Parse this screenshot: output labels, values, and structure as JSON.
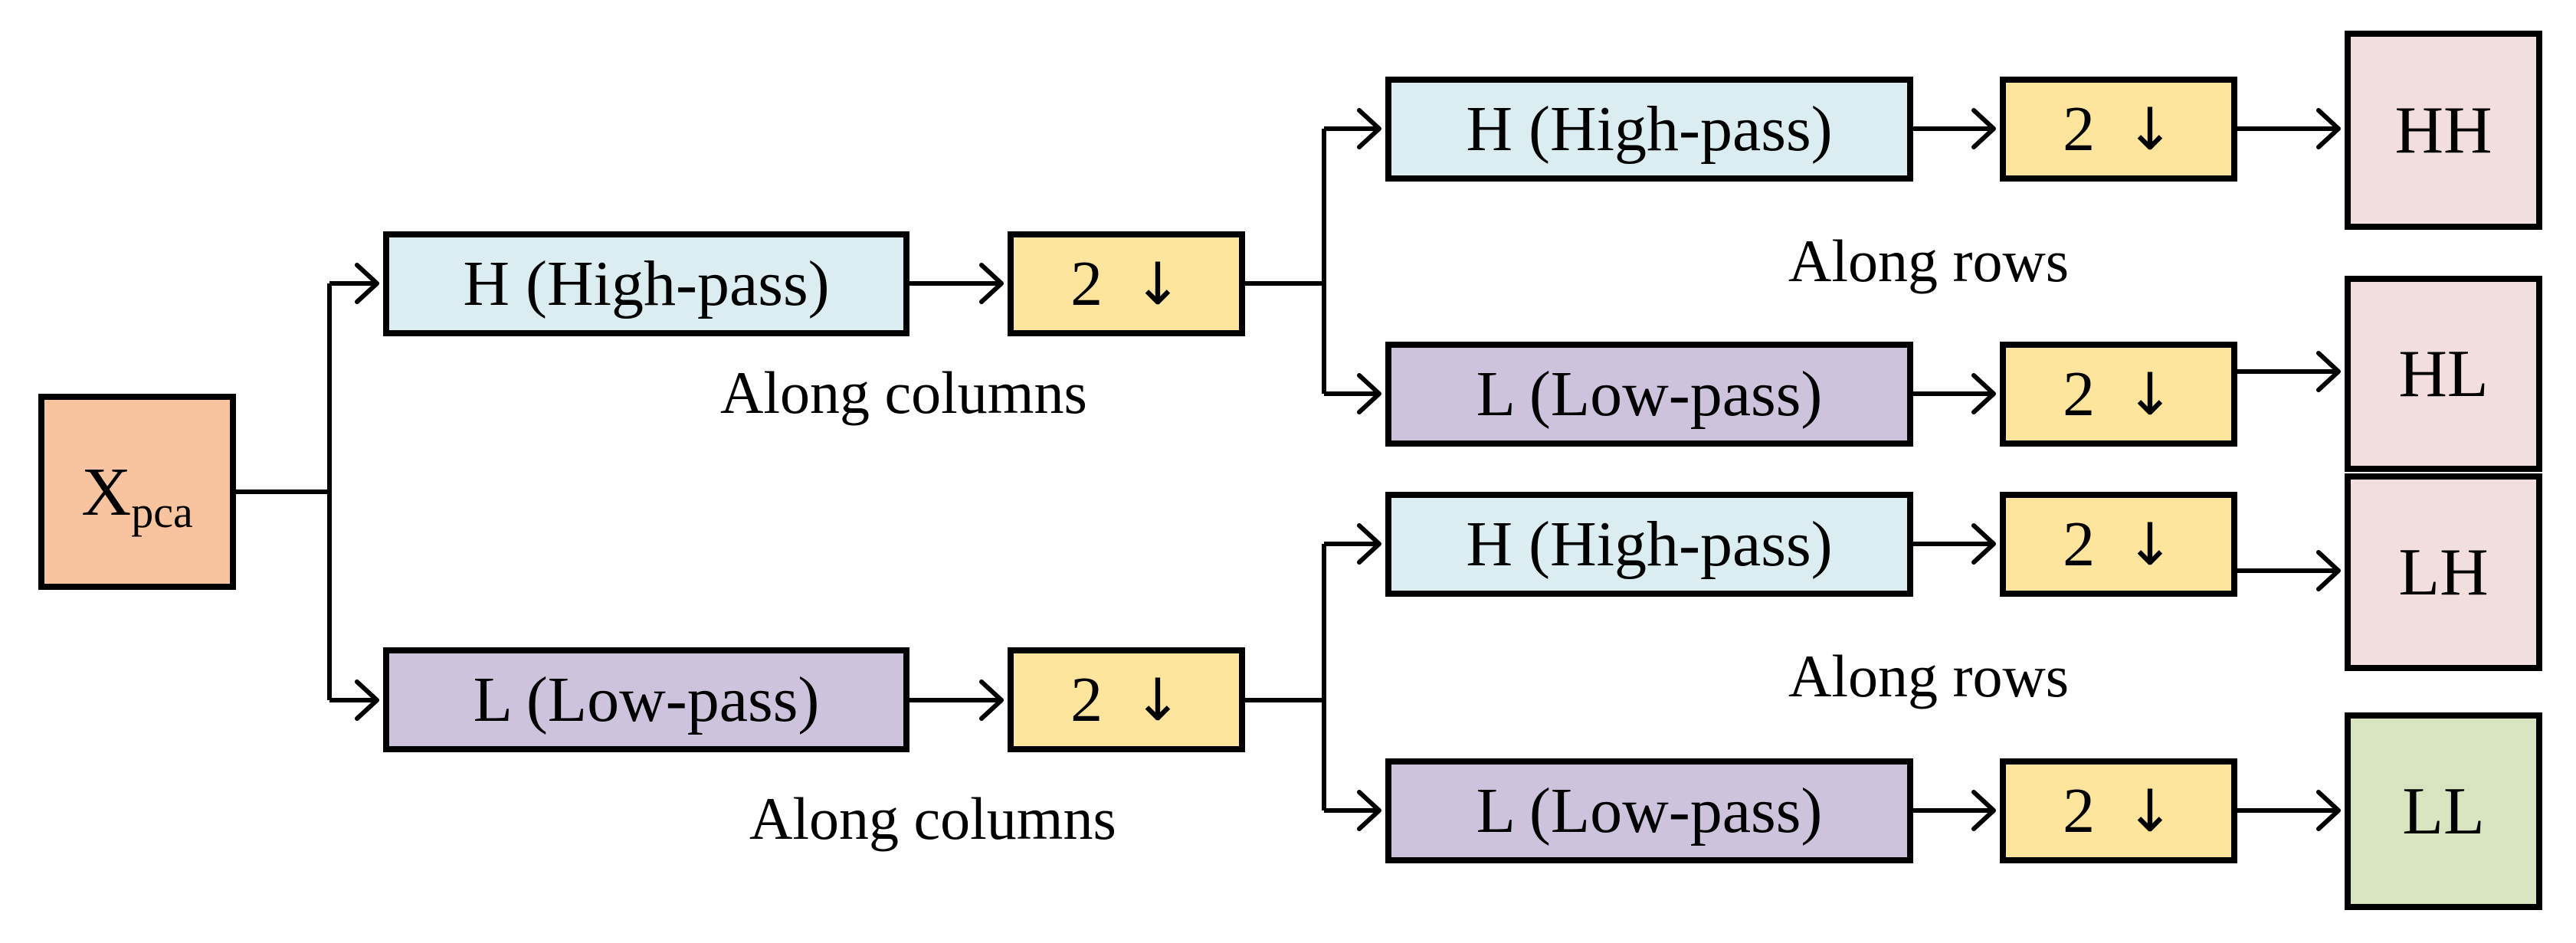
{
  "input": {
    "label": "X",
    "subscript": "pca"
  },
  "level1": {
    "high": {
      "filter_label": "H (High-pass)",
      "down_label": "2",
      "down_icon": "down-arrow"
    },
    "low": {
      "filter_label": "L (Low-pass)",
      "down_label": "2",
      "down_icon": "down-arrow"
    },
    "caption_high": "Along columns",
    "caption_low": "Along columns"
  },
  "level2": {
    "from_high": {
      "high": {
        "filter_label": "H (High-pass)",
        "down_label": "2",
        "output": "HH"
      },
      "low": {
        "filter_label": "L (Low-pass)",
        "down_label": "2",
        "output": "HL"
      },
      "caption": "Along rows"
    },
    "from_low": {
      "high": {
        "filter_label": "H (High-pass)",
        "down_label": "2",
        "output": "LH"
      },
      "low": {
        "filter_label": "L (Low-pass)",
        "down_label": "2",
        "output": "LL"
      },
      "caption": "Along rows"
    }
  },
  "colors": {
    "input": "#f8c39f",
    "high_pass": "#dcedf2",
    "low_pass": "#cdc3dc",
    "downsample": "#fde59d",
    "subband": "#f2dede",
    "ll_subband": "#d7e4bf",
    "line": "#000000"
  }
}
